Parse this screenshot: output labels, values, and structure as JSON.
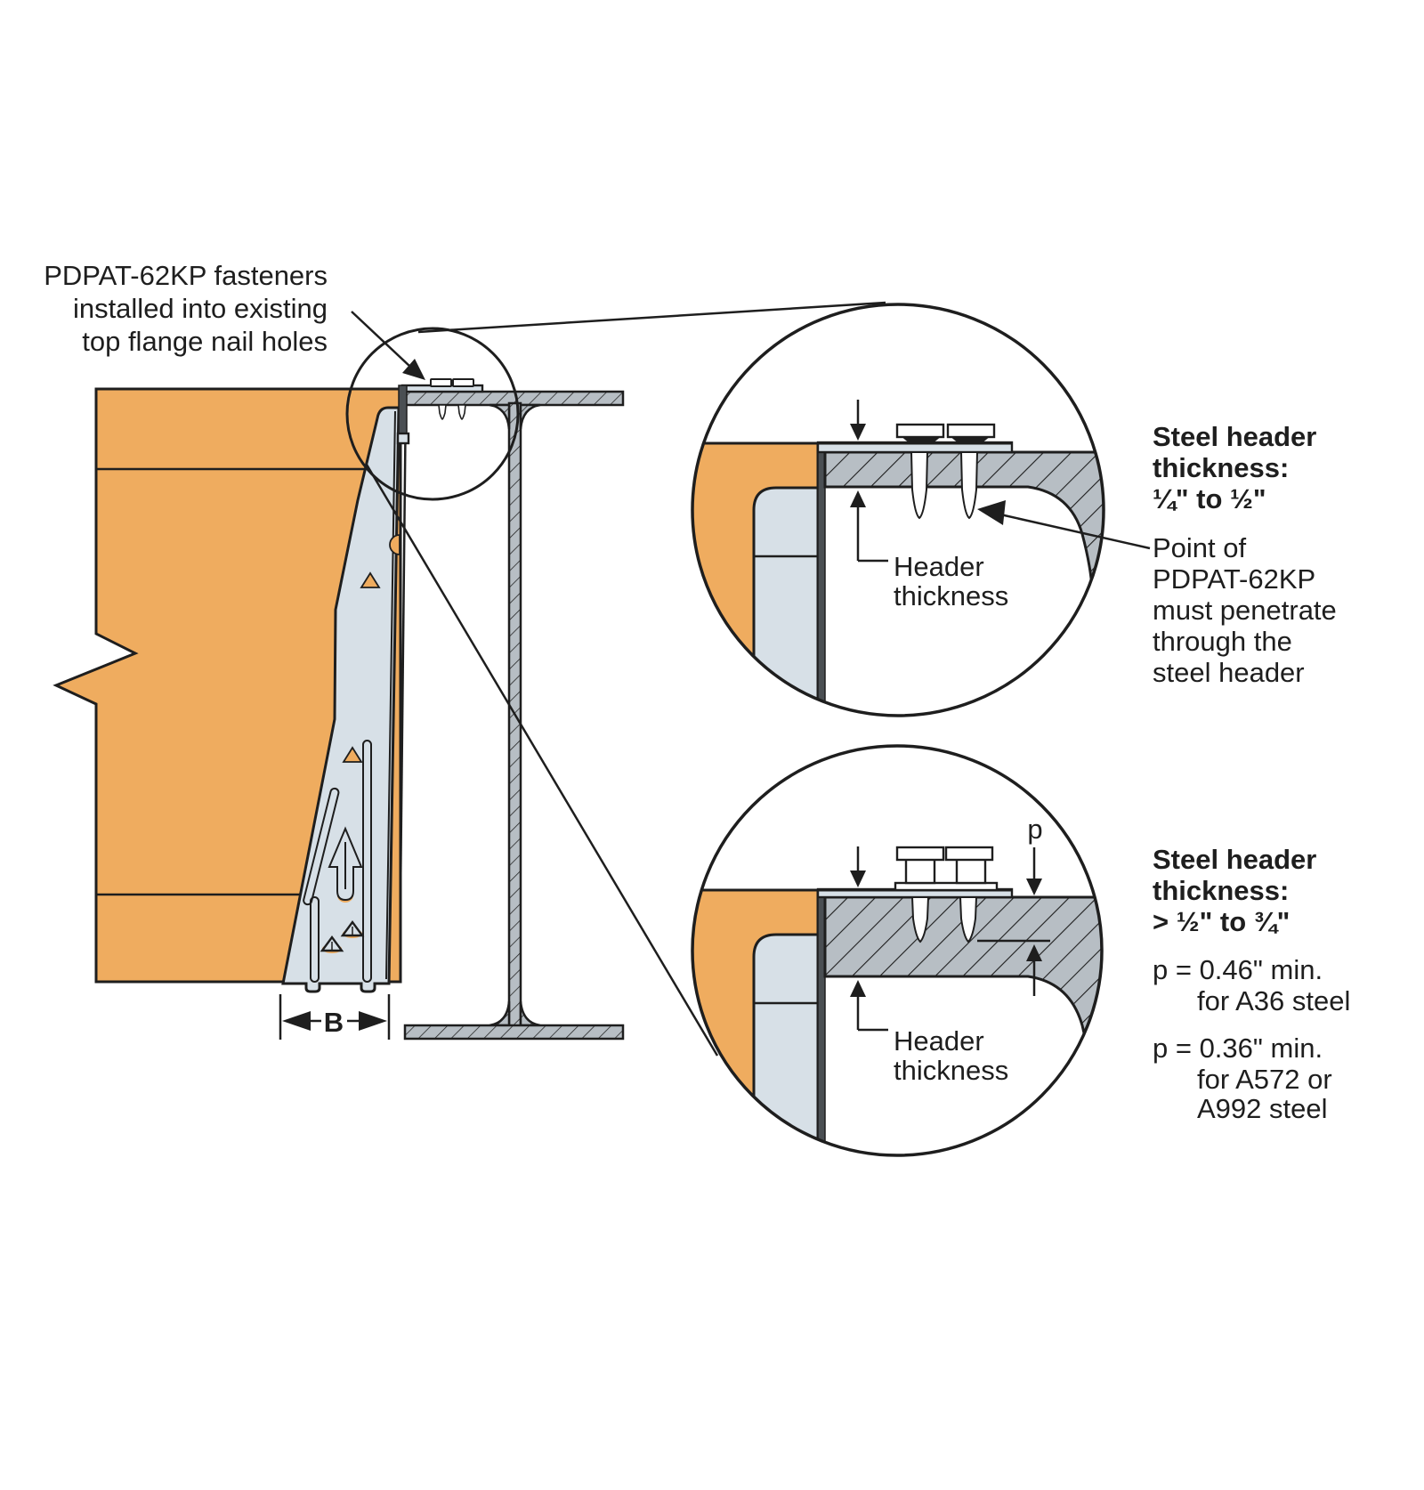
{
  "colors": {
    "background": "#FFFFFF",
    "orange": "#EFAC5F",
    "hanger": "#D7E0E7",
    "steel": "#B7BEC4",
    "steel_dark_bar": "#4A4F53",
    "ink": "#1E1E1E"
  },
  "callout": {
    "lines": [
      "PDPAT-62KP fasteners",
      "installed into existing",
      "top flange nail holes"
    ]
  },
  "main": {
    "b_label": "B"
  },
  "detail_top": {
    "title": [
      "Steel header",
      "thickness:",
      "¼\" to ½\""
    ],
    "note": [
      "Point of",
      "PDPAT-62KP",
      "must penetrate",
      "through the",
      "steel header"
    ],
    "dim": [
      "Header",
      "thickness"
    ]
  },
  "detail_bottom": {
    "title": [
      "Steel header",
      "thickness:",
      "> ½\" to ¾\""
    ],
    "p_label": "p",
    "p1": [
      "p = 0.46\" min.",
      "for A36 steel"
    ],
    "p2": [
      "p = 0.36\" min.",
      "for A572 or",
      "A992 steel"
    ],
    "dim": [
      "Header",
      "thickness"
    ]
  }
}
